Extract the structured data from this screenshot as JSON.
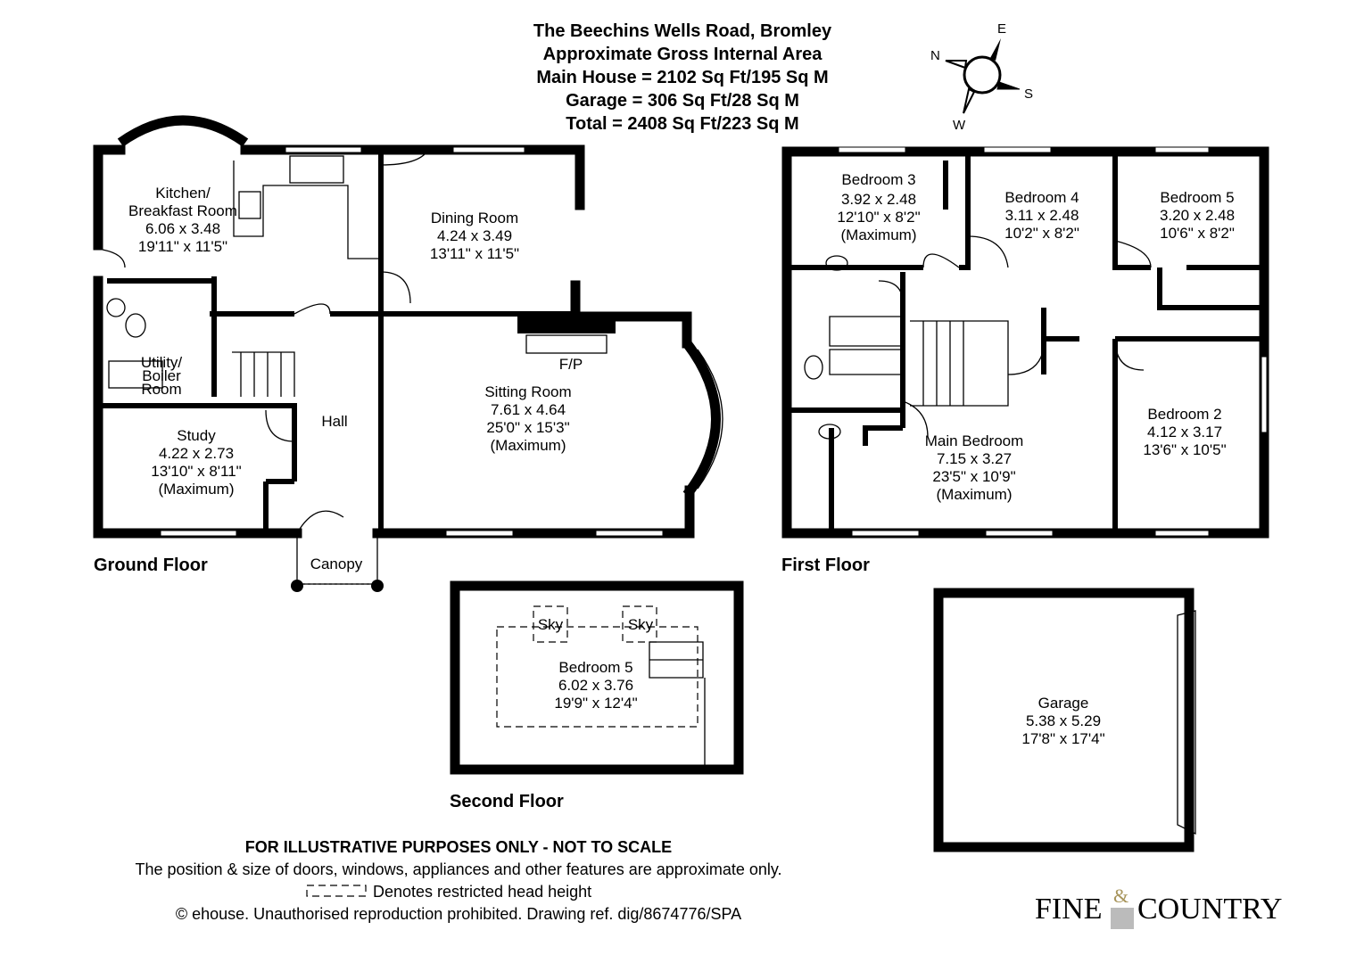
{
  "header": {
    "title": "The Beechins Wells Road, Bromley",
    "subtitle": "Approximate Gross Internal Area",
    "main_house": "Main House = 2102 Sq Ft/195 Sq M",
    "garage": "Garage = 306 Sq Ft/28 Sq M",
    "total": "Total = 2408 Sq Ft/223 Sq M"
  },
  "compass": {
    "n": "N",
    "e": "E",
    "s": "S",
    "w": "W"
  },
  "ground_floor": {
    "label": "Ground Floor",
    "rooms": [
      {
        "name": "Kitchen/",
        "name2": "Breakfast Room",
        "metric": "6.06 x 3.48",
        "imperial": "19'11\" x 11'5\""
      },
      {
        "name": "Dining Room",
        "metric": "4.24 x 3.49",
        "imperial": "13'11\" x 11'5\""
      },
      {
        "name": "Sitting Room",
        "metric": "7.61 x 4.64",
        "imperial": "25'0\" x 15'3\"",
        "note": "(Maximum)"
      },
      {
        "name": "Study",
        "metric": "4.22 x 2.73",
        "imperial": "13'10\" x 8'11\"",
        "note": "(Maximum)"
      },
      {
        "name": "Hall"
      },
      {
        "name": "Utility/",
        "name2": "Boiler",
        "name3": "Room"
      },
      {
        "name": "Canopy"
      },
      {
        "name": "F/P"
      }
    ]
  },
  "first_floor": {
    "label": "First Floor",
    "rooms": [
      {
        "name": "Bedroom 3",
        "metric": "3.92 x 2.48",
        "imperial": "12'10\" x 8'2\"",
        "note": "(Maximum)"
      },
      {
        "name": "Bedroom 4",
        "metric": "3.11 x 2.48",
        "imperial": "10'2\" x 8'2\""
      },
      {
        "name": "Bedroom 5",
        "metric": "3.20 x 2.48",
        "imperial": "10'6\" x 8'2\""
      },
      {
        "name": "Bedroom 2",
        "metric": "4.12 x 3.17",
        "imperial": "13'6\" x 10'5\""
      },
      {
        "name": "Main Bedroom",
        "metric": "7.15 x 3.27",
        "imperial": "23'5\" x 10'9\"",
        "note": "(Maximum)"
      }
    ]
  },
  "second_floor": {
    "label": "Second Floor",
    "sky": "Sky",
    "room": {
      "name": "Bedroom 5",
      "metric": "6.02 x 3.76",
      "imperial": "19'9\" x 12'4\""
    }
  },
  "garage": {
    "name": "Garage",
    "metric": "5.38 x 5.29",
    "imperial": "17'8\" x 17'4\""
  },
  "footer": {
    "disclaimer": "FOR ILLUSTRATIVE PURPOSES ONLY - NOT TO SCALE",
    "position_note": "The position & size of doors, windows, appliances and other features are approximate only.",
    "legend": "Denotes restricted head height",
    "copyright": "© ehouse. Unauthorised reproduction prohibited. Drawing ref. dig/8674776/SPA"
  },
  "logo": {
    "text1": "FINE",
    "amp": "&",
    "text2": "COUNTRY"
  }
}
